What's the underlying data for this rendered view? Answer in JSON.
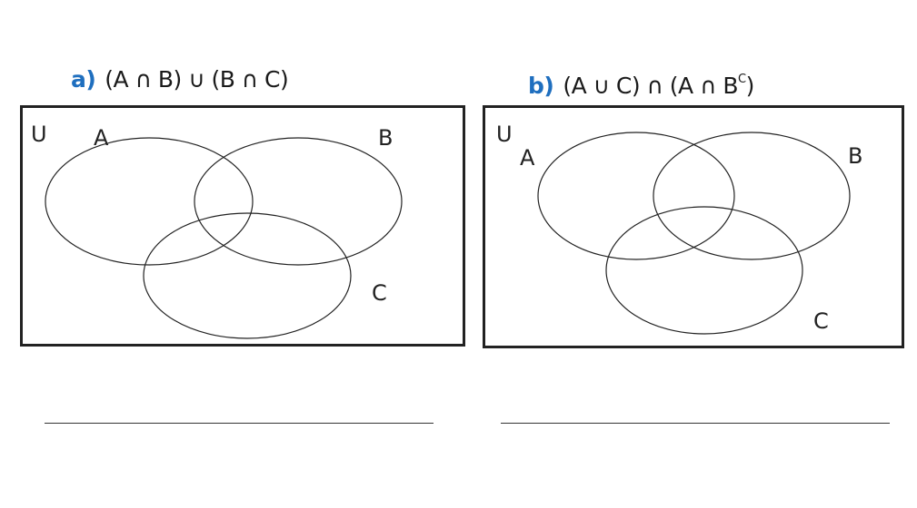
{
  "problems": [
    {
      "part_label": "a)",
      "expression": "(A ∩ B) ∪ (B ∩ C)",
      "diagram": {
        "universe_label": "U",
        "set_labels": {
          "A": "A",
          "B": "B",
          "C": "C"
        }
      },
      "answer": ""
    },
    {
      "part_label": "b)",
      "expression": "(A ∪ C) ∩ (A ∩ B",
      "expression_superscript": "C",
      "expression_tail": ")",
      "diagram": {
        "universe_label": "U",
        "set_labels": {
          "A": "A",
          "B": "B",
          "C": "C"
        }
      },
      "answer": ""
    }
  ],
  "colors": {
    "part_label": "#1f6fbf",
    "ink": "#222222"
  }
}
